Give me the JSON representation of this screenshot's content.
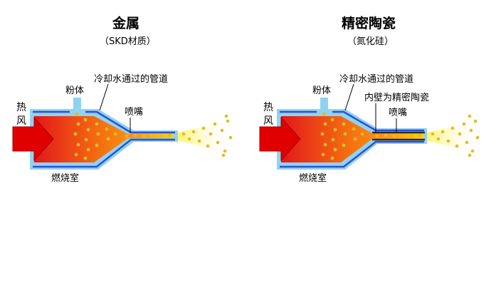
{
  "panels": [
    {
      "title": "金属",
      "subtitle": "（SKD材质）",
      "labels": {
        "hot_air": "热风",
        "powder": "粉体",
        "cooling": "冷却水通过的管道",
        "nozzle": "喷嘴",
        "chamber": "燃烧室"
      }
    },
    {
      "title": "精密陶瓷",
      "subtitle": "（氮化硅）",
      "labels": {
        "hot_air": "热风",
        "powder": "粉体",
        "cooling": "冷却水通过的管道",
        "inner_wall": "内壁为精密陶瓷",
        "nozzle": "喷嘴",
        "chamber": "燃烧室"
      }
    }
  ],
  "colors": {
    "outer_shell": "#8fd3f0",
    "inner_stripe": "#2e4fd6",
    "flame_red": "#e3161b",
    "flame_yellow": "#ffd200",
    "arrow": "#e00000",
    "particle": "#e6b830",
    "ceramic_lining": "#2a2a2a"
  }
}
